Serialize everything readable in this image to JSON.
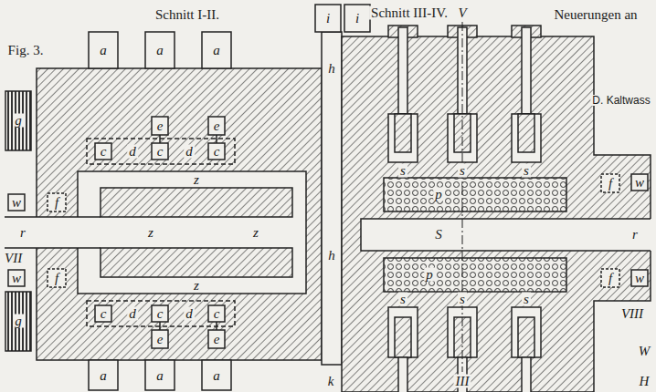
{
  "diagram": {
    "labels": [
      "Fig. 3.",
      "Schnitt I-II.",
      "Schnitt III-IV.",
      "V",
      "Neuerungen an",
      "D. Kaltwass",
      "i",
      "i",
      "a",
      "a",
      "a",
      "e",
      "e",
      "c",
      "d",
      "c",
      "d",
      "c",
      "h",
      "g",
      "z",
      "w",
      "f",
      "r",
      "VII",
      "z",
      "z",
      "h",
      "w",
      "f",
      "z",
      "c",
      "d",
      "c",
      "d",
      "c",
      "g",
      "e",
      "e",
      "a",
      "a",
      "a",
      "s",
      "s",
      "s",
      "f",
      "w",
      "p",
      "S",
      "r",
      "p",
      "f",
      "w",
      "s",
      "s",
      "s",
      "VIII",
      "W",
      "H",
      "k",
      "III"
    ]
  }
}
